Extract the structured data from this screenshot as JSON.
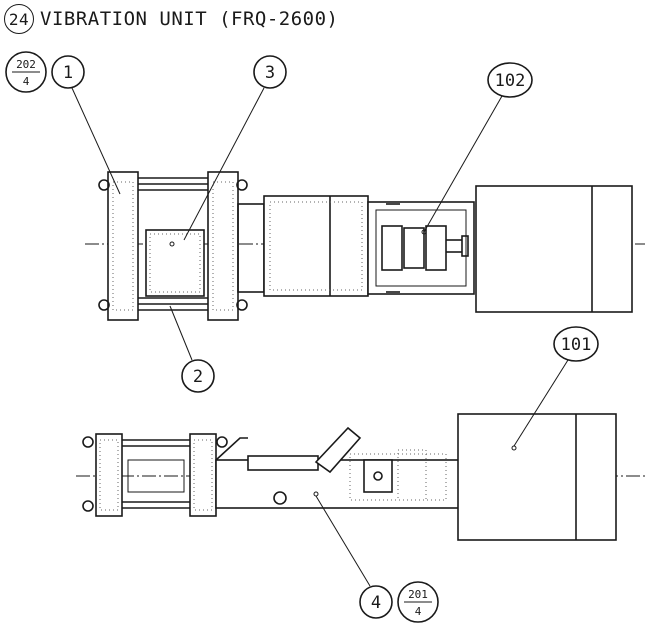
{
  "title": {
    "number": "24",
    "text": "VIBRATION UNIT (FRQ-2600)"
  },
  "callouts": {
    "c1": "1",
    "c2": "2",
    "c3": "3",
    "c4": "4",
    "c101": "101",
    "c102": "102"
  },
  "page_refs": {
    "r1": {
      "top": "202",
      "bottom": "4"
    },
    "r4": {
      "top": "201",
      "bottom": "4"
    }
  }
}
